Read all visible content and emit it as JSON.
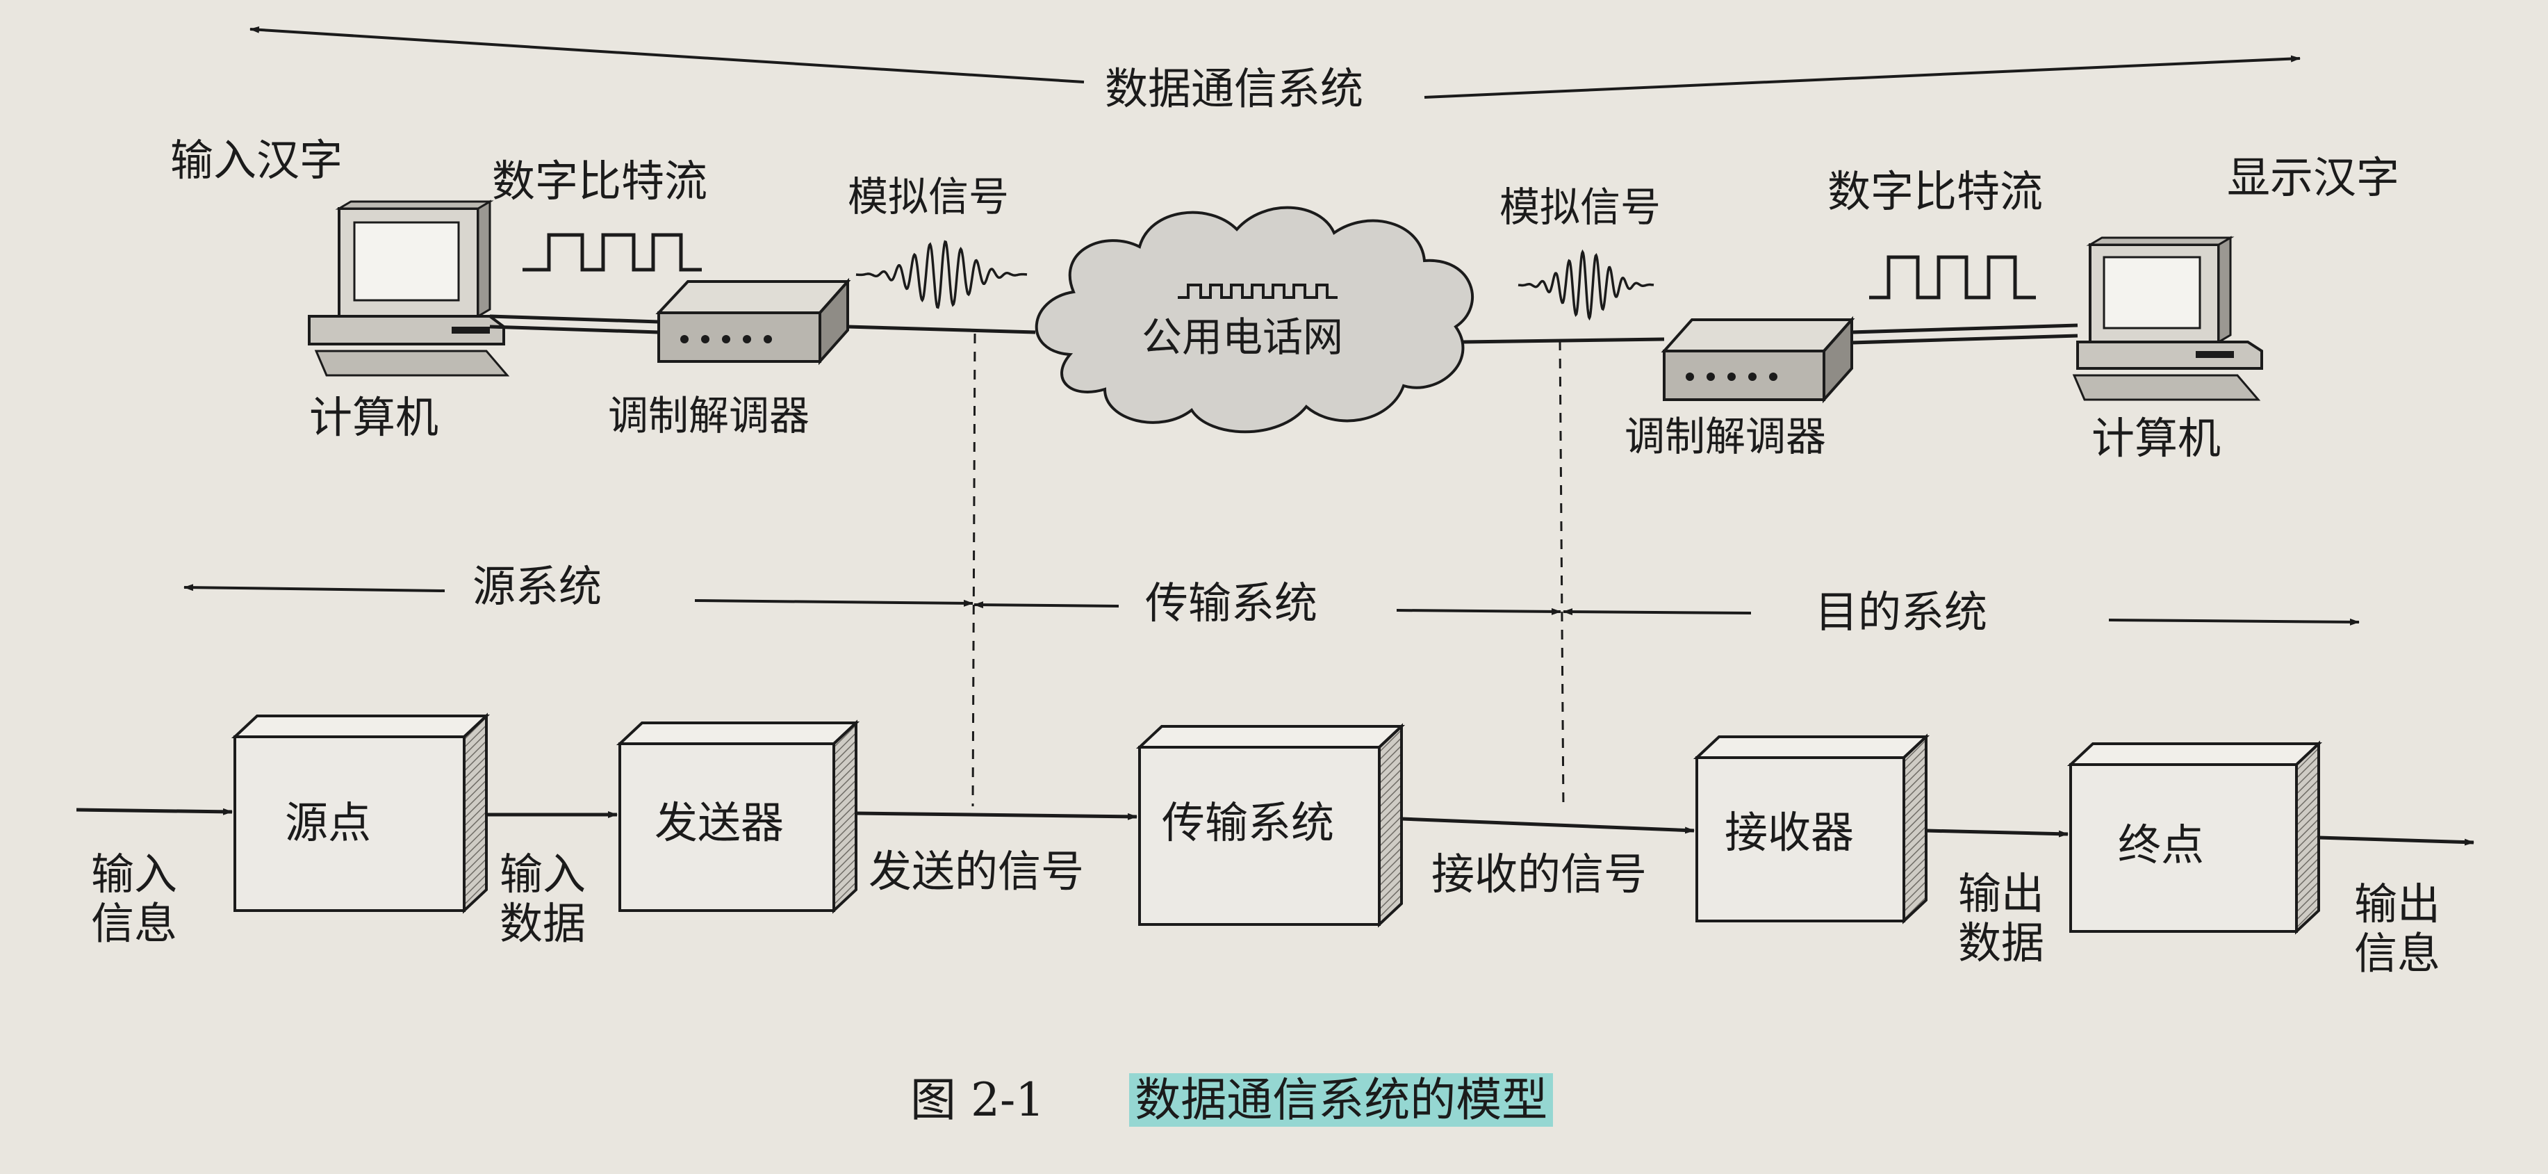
{
  "top": {
    "system_title": "数据通信系统",
    "input_chars": "输入汉字",
    "display_chars": "显示汉字",
    "left_bitstream": "数字比特流",
    "right_bitstream": "数字比特流",
    "left_analog": "模拟信号",
    "right_analog": "模拟信号",
    "network": "公用电话网",
    "left_computer": "计算机",
    "right_computer": "计算机",
    "left_modem": "调制解调器",
    "right_modem": "调制解调器"
  },
  "sections": {
    "source": "源系统",
    "transmission": "传输系统",
    "destination": "目的系统"
  },
  "blocks": {
    "source_point": "源点",
    "transmitter": "发送器",
    "transmission": "传输系统",
    "receiver": "接收器",
    "end_point": "终点"
  },
  "flow": {
    "input_info_1": "输入",
    "input_info_2": "信息",
    "input_data_1": "输入",
    "input_data_2": "数据",
    "sent_signal": "发送的信号",
    "received_signal": "接收的信号",
    "output_data_1": "输出",
    "output_data_2": "数据",
    "output_info_1": "输出",
    "output_info_2": "信息"
  },
  "caption": {
    "number": "图 2-1",
    "title": "数据通信系统的模型"
  },
  "colors": {
    "ink": "#1b1b1b",
    "paper": "#e9e6df",
    "highlight": "#78d2cd",
    "cloud": "#d2d0cc"
  }
}
